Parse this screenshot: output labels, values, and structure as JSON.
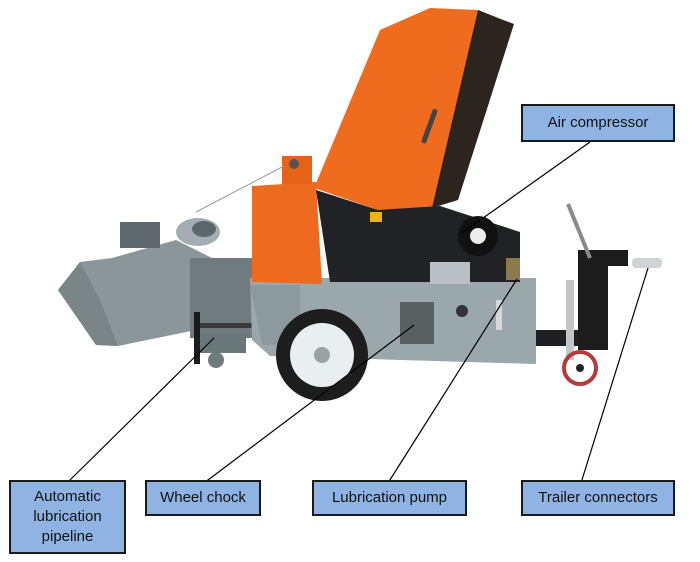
{
  "diagram": {
    "subject": "Trailer-mounted concrete pump with open engine hood",
    "colors": {
      "label_fill": "#8fb4e3",
      "label_border": "#1a1a1a",
      "hood_orange": "#ee6a1f",
      "body_gray": "#9aa7ab",
      "dark": "#1e1f22",
      "leader_line": "#000000"
    },
    "labels": [
      {
        "id": "air-compressor",
        "text": "Air compressor"
      },
      {
        "id": "automatic-lubrication-pipeline",
        "lines": [
          "Automatic",
          "lubrication",
          "pipeline"
        ]
      },
      {
        "id": "wheel-chock",
        "text": "Wheel chock"
      },
      {
        "id": "lubrication-pump",
        "text": "Lubrication pump"
      },
      {
        "id": "trailer-connectors",
        "text": "Trailer connectors"
      }
    ]
  }
}
